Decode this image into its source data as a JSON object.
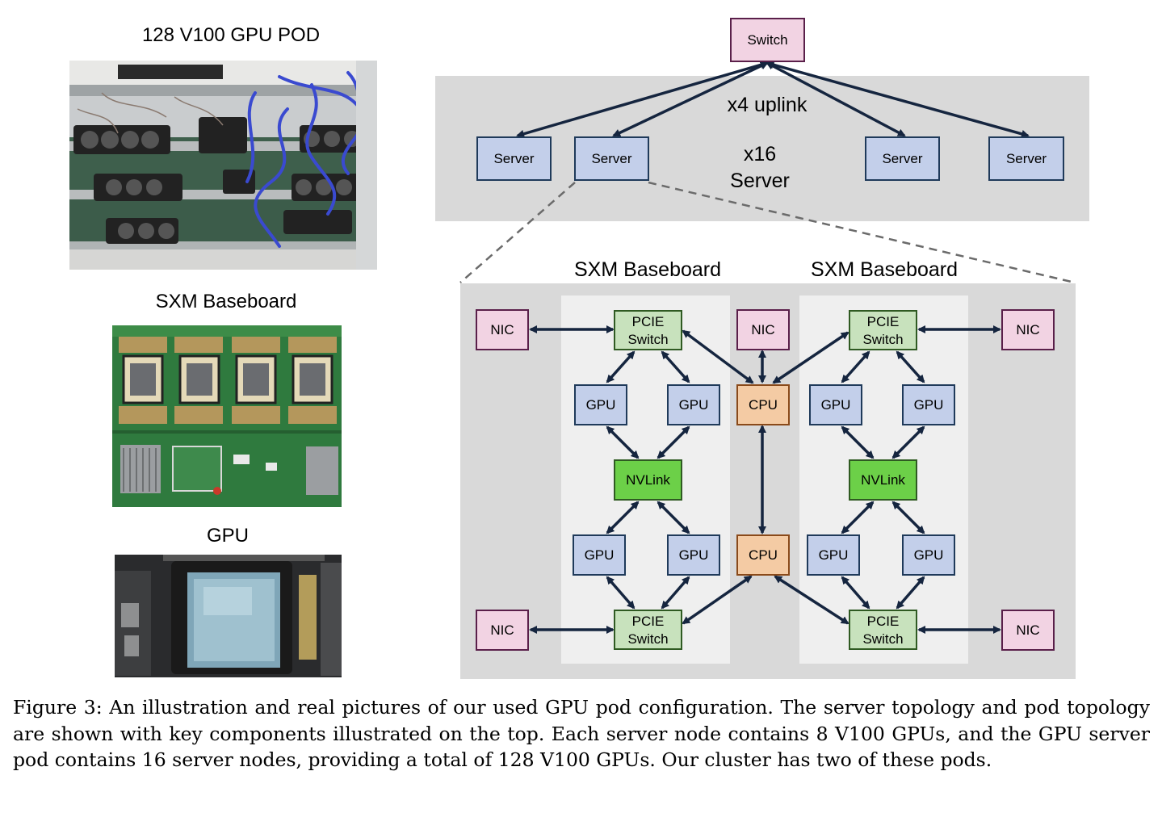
{
  "photos": {
    "pod_title": "128 V100 GPU POD",
    "baseboard_title": "SXM Baseboard",
    "gpu_title": "GPU"
  },
  "pod": {
    "switch": "Switch",
    "uplink": "x4 uplink",
    "server_count_line1": "x16",
    "server_count_line2": "Server",
    "servers": [
      "Server",
      "Server",
      "Server",
      "Server"
    ]
  },
  "server_node": {
    "baseboards": [
      "SXM Baseboard",
      "SXM Baseboard"
    ],
    "nic": "NIC",
    "cpu": "CPU",
    "gpu": "GPU",
    "nvlink": "NVLink",
    "pcie_line1": "PCIE",
    "pcie_line2": "Switch"
  },
  "caption": "Figure 3: An illustration and real pictures of our used GPU pod configuration. The server topology and pod topology are shown with key components illustrated on the top. Each server node contains 8 V100 GPUs, and the GPU server pod contains 16 server nodes, providing a total of 128 V100 GPUs. Our cluster has two of these pods.",
  "colors": {
    "switch_fill": "#f2d3e3",
    "switch_stroke": "#5a1f4a",
    "server_fill": "#c3cfea",
    "server_stroke": "#1f3a5a",
    "pcie_fill": "#c8e2bd",
    "pcie_stroke": "#2f5a22",
    "nvlink_fill": "#6cd048",
    "cpu_fill": "#f4cba4",
    "cpu_stroke": "#8a4a1a",
    "panel_gray": "#d9d9d9",
    "baseboard_panel": "#efefef",
    "arrow": "#15253f"
  }
}
